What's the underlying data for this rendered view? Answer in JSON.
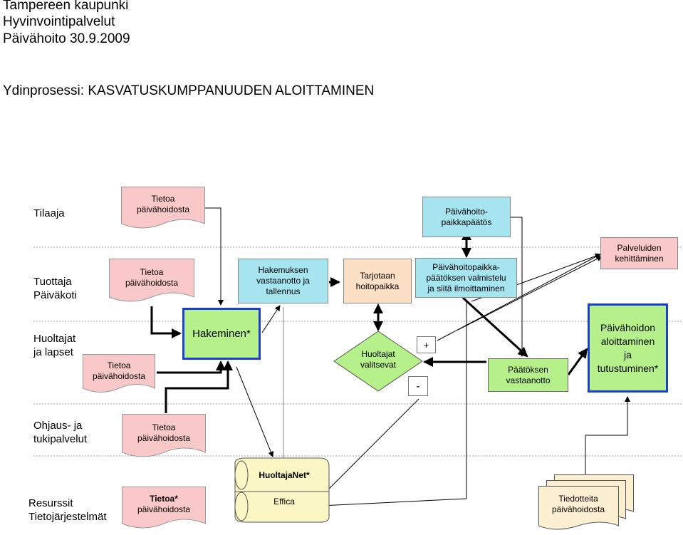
{
  "header": {
    "line1": "Tampereen kaupunki",
    "line2": "Hyvinvointipalvelut",
    "line3": "Päivähoito 30.9.2009"
  },
  "title": "Ydinprosessi: KASVATUSKUMPPANUUDEN ALOITTAMINEN",
  "lanes": {
    "tilaaja": "Tilaaja",
    "tuottaja": [
      "Tuottaja",
      "Päiväkoti"
    ],
    "huoltajat": [
      "Huoltajat",
      "ja lapset"
    ],
    "ohjaus": [
      "Ohjaus- ja",
      "tukipalvelut"
    ],
    "resurssit": [
      "Resurssit",
      "Tietojärjestelmät"
    ]
  },
  "docs": {
    "tilaaja": [
      "Tietoa",
      "päivähoidosta"
    ],
    "tuottaja": [
      "Tietoa",
      "päivähoidosta"
    ],
    "huoltajat": [
      "Tietoa",
      "päivähoidosta"
    ],
    "ohjaus": [
      "Tietoa",
      "päivähoidosta"
    ],
    "resurssit": [
      "Tietoa*",
      "päivähoidosta"
    ],
    "tiedotteita": [
      "Tiedotteita",
      "päivähoidosta"
    ]
  },
  "nodes": {
    "hakeminen": "Hakeminen*",
    "vastaanotto": [
      "Hakemuksen",
      "vastaanotto ja",
      "tallennus"
    ],
    "tarjotaan": [
      "Tarjotaan",
      "hoitopaikka"
    ],
    "paatos": [
      "Päivähoito-",
      "paikkapäätös"
    ],
    "valmistelu": [
      "Päivähoitopaikka-",
      "päätöksen valmistelu",
      "ja siitä ilmoittaminen"
    ],
    "valitsevat": [
      "Huoltajat",
      "valitsevat"
    ],
    "palveluiden": [
      "Palveluiden",
      "kehittäminen"
    ],
    "paatoksen_vastaanotto": [
      "Päätöksen",
      "vastaanotto"
    ],
    "aloittaminen": [
      "Päivähoidon",
      "aloittaminen",
      "ja",
      "tutustuminen*"
    ],
    "huoltajanet": "HuoltajaNet*",
    "effica": "Effica",
    "plus": "+",
    "minus": "-"
  },
  "colors": {
    "doc_fill": "#f9c8c8",
    "cyan": "#a6e4f0",
    "peach": "#fbe0c6",
    "green": "#b6f08a",
    "green_border": "#1a3fd1",
    "db": "#fbf7c4",
    "tiedotteet": "#fdefd2"
  }
}
